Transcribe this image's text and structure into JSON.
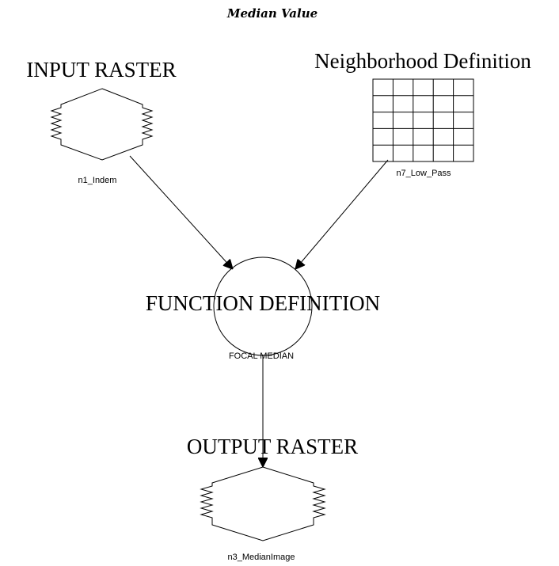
{
  "title": "Median Value",
  "nodes": {
    "input": {
      "category_label": "INPUT RASTER",
      "node_id": "n1_Indem",
      "shape": "raster-icon"
    },
    "neighborhood": {
      "category_label": "Neighborhood Definition",
      "node_id": "n7_Low_Pass",
      "shape": "matrix-grid-icon",
      "grid": "5x5"
    },
    "function": {
      "category_label": "FUNCTION DEFINITION",
      "node_id": "FOCAL MEDIAN",
      "shape": "circle-function-icon"
    },
    "output": {
      "category_label": "OUTPUT RASTER",
      "node_id": "n3_MedianImage",
      "shape": "raster-icon"
    }
  },
  "connections": [
    {
      "from": "n1_Indem",
      "to": "FOCAL MEDIAN"
    },
    {
      "from": "n7_Low_Pass",
      "to": "FOCAL MEDIAN"
    },
    {
      "from": "FOCAL MEDIAN",
      "to": "n3_MedianImage"
    }
  ]
}
